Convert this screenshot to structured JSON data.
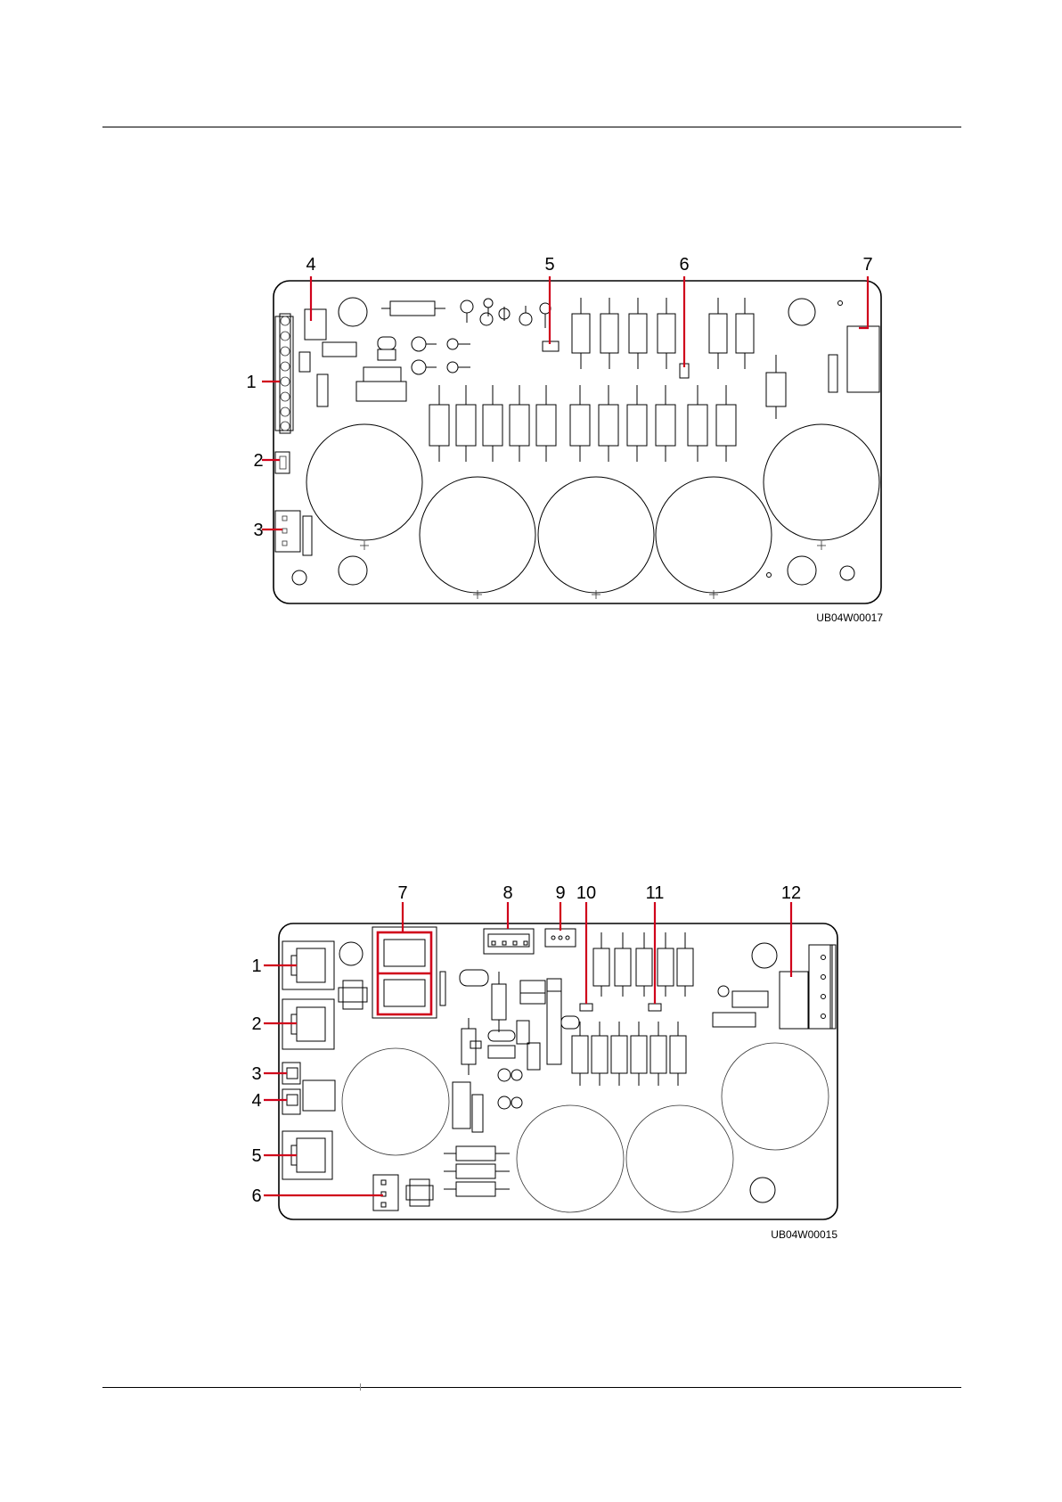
{
  "figure_top": {
    "id": "UB04W00017",
    "callouts": [
      "1",
      "2",
      "3",
      "4",
      "5",
      "6",
      "7"
    ]
  },
  "figure_bottom": {
    "id": "UB04W00015",
    "callouts": [
      "1",
      "2",
      "3",
      "4",
      "5",
      "6",
      "7",
      "8",
      "9",
      "10",
      "11",
      "12"
    ]
  },
  "colors": {
    "highlight": "#d0021b",
    "line": "#000000",
    "background": "#ffffff"
  }
}
